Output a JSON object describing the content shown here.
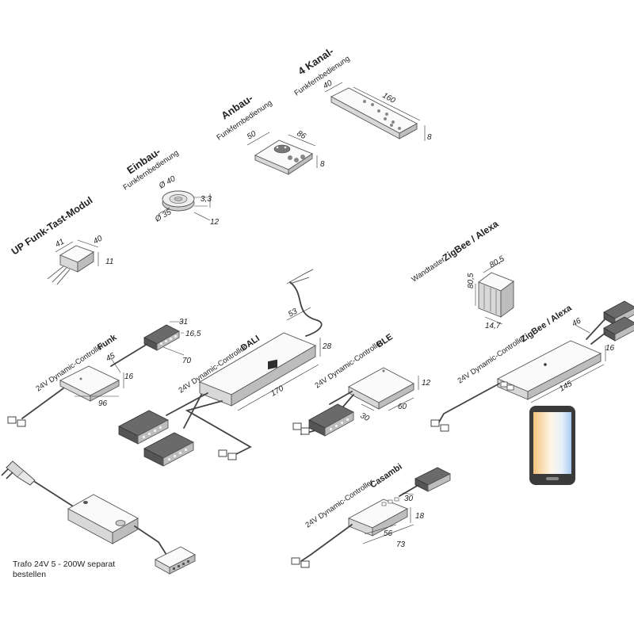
{
  "modules": {
    "up_funk": {
      "title": "UP Funk-Tast-Modul",
      "dims": [
        "41",
        "40",
        "11"
      ]
    },
    "einbau": {
      "title_main": "Einbau-",
      "title_sub": "Funkfernbedienung",
      "dims": [
        "Ø 40",
        "3,3",
        "Ø 35",
        "12"
      ]
    },
    "anbau": {
      "title_main": "Anbau-",
      "title_sub": "Funkfernbedienung",
      "dims": [
        "50",
        "86",
        "8"
      ]
    },
    "kanal4": {
      "title_main": "4 Kanal-",
      "title_sub": "Funkfernbedienung",
      "dims": [
        "40",
        "160",
        "8"
      ]
    },
    "wandtaster": {
      "prefix": "Wandtaster",
      "title": "ZigBee / Alexa",
      "dims": [
        "80,5",
        "80,5",
        "14,7"
      ]
    },
    "funk": {
      "prefix": "24V Dynamic-Controller",
      "title": "Funk",
      "dims": [
        "31",
        "16,5",
        "70",
        "45",
        "16",
        "96"
      ]
    },
    "dali": {
      "prefix": "24V Dynamic-Controller",
      "title": "DALI",
      "dims": [
        "53",
        "28",
        "170"
      ]
    },
    "ble": {
      "prefix": "24V Dynamic-Controller",
      "title": "BLE",
      "dims": [
        "12",
        "30",
        "60"
      ]
    },
    "zigbee": {
      "prefix": "24V Dynamic-Controller",
      "title": "ZigBee / Alexa",
      "dims": [
        "46",
        "16",
        "145"
      ]
    },
    "casambi": {
      "prefix": "24V Dynamic-Controller",
      "title": "Casambi",
      "dims": [
        "30",
        "18",
        "56",
        "73"
      ]
    }
  },
  "trafo": {
    "line1": "Trafo 24V 5 - 200W separat",
    "line2": "bestellen"
  },
  "colors": {
    "outline": "#555555",
    "phone_frame": "#3a3a3a"
  },
  "icons": [
    "smartphone-icon",
    "power-plug-icon"
  ]
}
